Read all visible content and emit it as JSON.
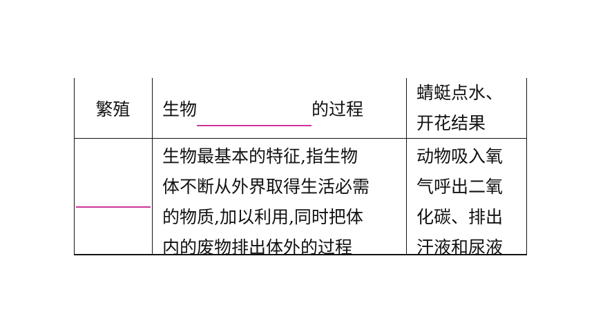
{
  "rows": [
    {
      "term": "繁殖",
      "definition_prefix": "生物",
      "definition_suffix": "的过程",
      "example_lines": [
        "蜻蜓点水、",
        "开花结果"
      ]
    },
    {
      "term": "",
      "definition_lines": [
        "生物最基本的特征,指生物",
        "体不断从外界取得生活必需",
        "的物质,加以利用,同时把体",
        "内的废物排出体外的过程"
      ],
      "example_lines": [
        "动物吸入氧",
        "气呼出二氧",
        "化碳、排出",
        "汗液和尿液"
      ]
    }
  ],
  "colors": {
    "blank_line": "#cc3399",
    "border": "#111111"
  }
}
